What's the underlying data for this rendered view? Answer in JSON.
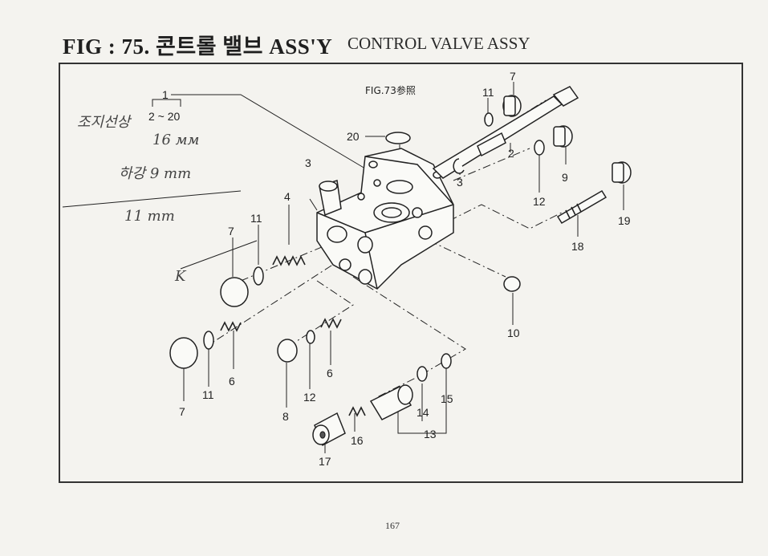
{
  "header": {
    "title": "FIG : 75. 콘트롤 밸브 ASS'Y",
    "subtitle": "CONTROL VALVE ASSY"
  },
  "diagram": {
    "reference_note": "FIG.73参照",
    "callouts": {
      "c1": "1",
      "c1_range": "2 ~ 20",
      "c2": "2",
      "c3a": "3",
      "c3b": "3",
      "c4": "4",
      "c6a": "6",
      "c6b": "6",
      "c7a": "7",
      "c7b": "7",
      "c7c": "7",
      "c8": "8",
      "c9": "9",
      "c10": "10",
      "c11a": "11",
      "c11b": "11",
      "c11c": "11",
      "c12a": "12",
      "c12b": "12",
      "c13": "13",
      "c14": "14",
      "c15": "15",
      "c16": "16",
      "c17": "17",
      "c18": "18",
      "c19": "19",
      "c20": "20"
    },
    "handwritten": {
      "note_a": "조지선상",
      "note_b": "16 мм",
      "note_c": "하강 9 mm",
      "note_d": "11 mm",
      "note_e": "K"
    }
  },
  "footer": {
    "page_number": "167"
  }
}
